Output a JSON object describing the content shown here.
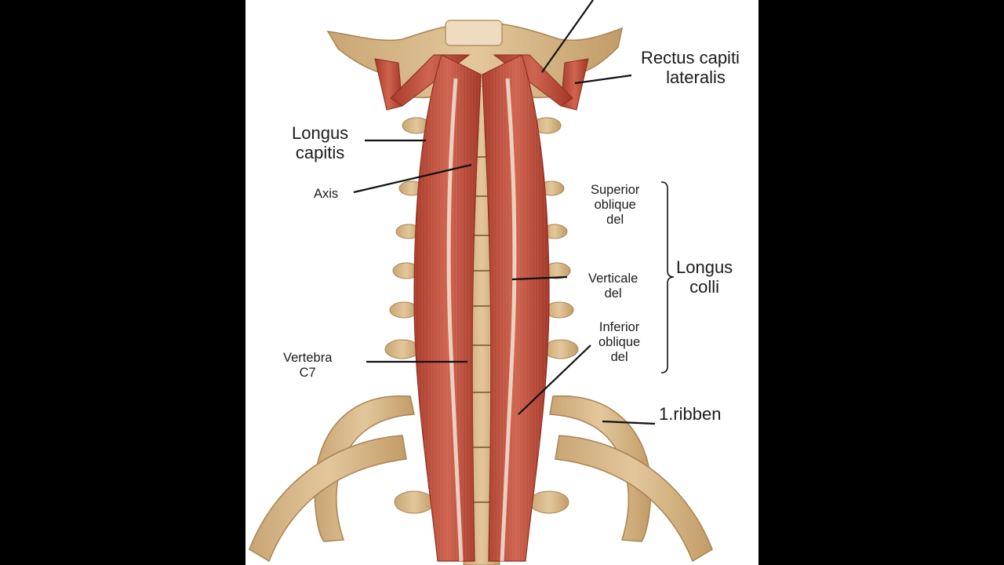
{
  "labels": {
    "rectus_capitis_lateralis": {
      "line1": "Rectus capiti",
      "line2": "lateralis"
    },
    "longus_capitis": {
      "line1": "Longus",
      "line2": "capitis"
    },
    "axis": "Axis",
    "superior_oblique": {
      "line1": "Superior",
      "line2": "oblique",
      "line3": "del"
    },
    "verticale": {
      "line1": "Verticale",
      "line2": "del"
    },
    "inferior_oblique": {
      "line1": "Inferior",
      "line2": "oblique",
      "line3": "del"
    },
    "longus_colli": {
      "line1": "Longus",
      "line2": "colli"
    },
    "vertebra_c7": {
      "line1": "Vertebra",
      "line2": "C7"
    },
    "first_rib": "1.ribben"
  },
  "colors": {
    "background": "#000000",
    "panel": "#ffffff",
    "muscle": "#c2513f",
    "muscle_dark": "#9e3526",
    "bone": "#d8b88a",
    "bone_dark": "#b8935e",
    "tendon": "#efe2d4",
    "leader_line": "#111111"
  }
}
